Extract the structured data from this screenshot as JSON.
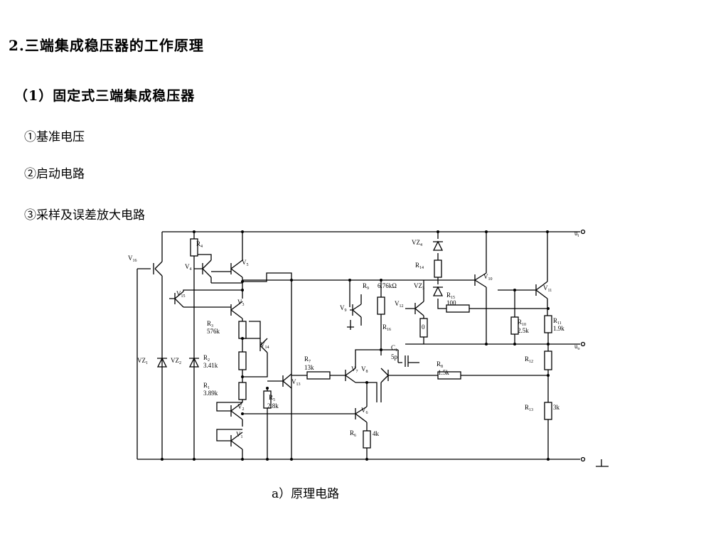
{
  "headings": {
    "section": "2.三端集成稳压器的工作原理",
    "subsection": "（1）固定式三端集成稳压器"
  },
  "items": [
    "①基准电压",
    "②启动电路",
    "③采样及误差放大电路"
  ],
  "caption": "a）原理电路",
  "circuit": {
    "labels": {
      "ui": "u",
      "ui_sub": "i",
      "uo": "u",
      "uo_sub": "o",
      "v16": "V",
      "v16_sub": "16",
      "v4": "V",
      "v4_sub": "4",
      "v5": "V",
      "v5_sub": "5",
      "r4": "R",
      "r4_sub": "4",
      "v15": "V",
      "v15_sub": "15",
      "v3": "V",
      "v3_sub": "3",
      "r3": "R",
      "r3_sub": "3",
      "r3_val": "576k",
      "v14": "V",
      "v14_sub": "14",
      "r2": "R",
      "r2_sub": "2",
      "r2_val": "3.41k",
      "r1": "R",
      "r1_sub": "1",
      "r1_val": "3.89k",
      "vz1": "VZ",
      "vz1_sub": "1",
      "vz2": "VZ",
      "vz2_sub": "2",
      "v2": "V",
      "v2_sub": "2",
      "v1": "V",
      "v1_sub": "1",
      "r5": "R",
      "r5_sub": "5",
      "r5_val": "2.8k",
      "v13": "V",
      "v13_sub": "13",
      "r7": "R",
      "r7_sub": "7",
      "r7_val": "13k",
      "v7": "V",
      "v7_sub": "7",
      "v8": "V",
      "v8_sub": "8",
      "v6": "V",
      "v6_sub": "6",
      "r6": "R",
      "r6_sub": "6",
      "r6_val": "4k",
      "r9": "R",
      "r9_sub": "9",
      "r9_val": "6.76kΩ",
      "v9": "V",
      "v9_sub": "9",
      "r16": "R",
      "r16_sub": "16",
      "c1": "C",
      "c1_sub": "1",
      "c1_val": "5p",
      "vz4": "VZ",
      "vz4_sub": "4",
      "r14": "R",
      "r14_sub": "14",
      "vz3": "VZ",
      "vz3_sub": "3",
      "r15": "R",
      "r15_sub": "15",
      "r15_val": "100",
      "v12": "V",
      "v12_sub": "12",
      "v10": "V",
      "v10_sub": "10",
      "v11": "V",
      "v11_sub": "11",
      "r10": "R",
      "r10_sub": "10",
      "r10_val": "2.5k",
      "r11": "R",
      "r11_sub": "11",
      "r11_val": "1.9k",
      "r8": "R",
      "r8_sub": "8",
      "r8_val": "1.5k",
      "r12": "R",
      "r12_sub": "12",
      "r13": "R",
      "r13_sub": "13",
      "r13_val": "3k",
      "zero": "0"
    }
  }
}
